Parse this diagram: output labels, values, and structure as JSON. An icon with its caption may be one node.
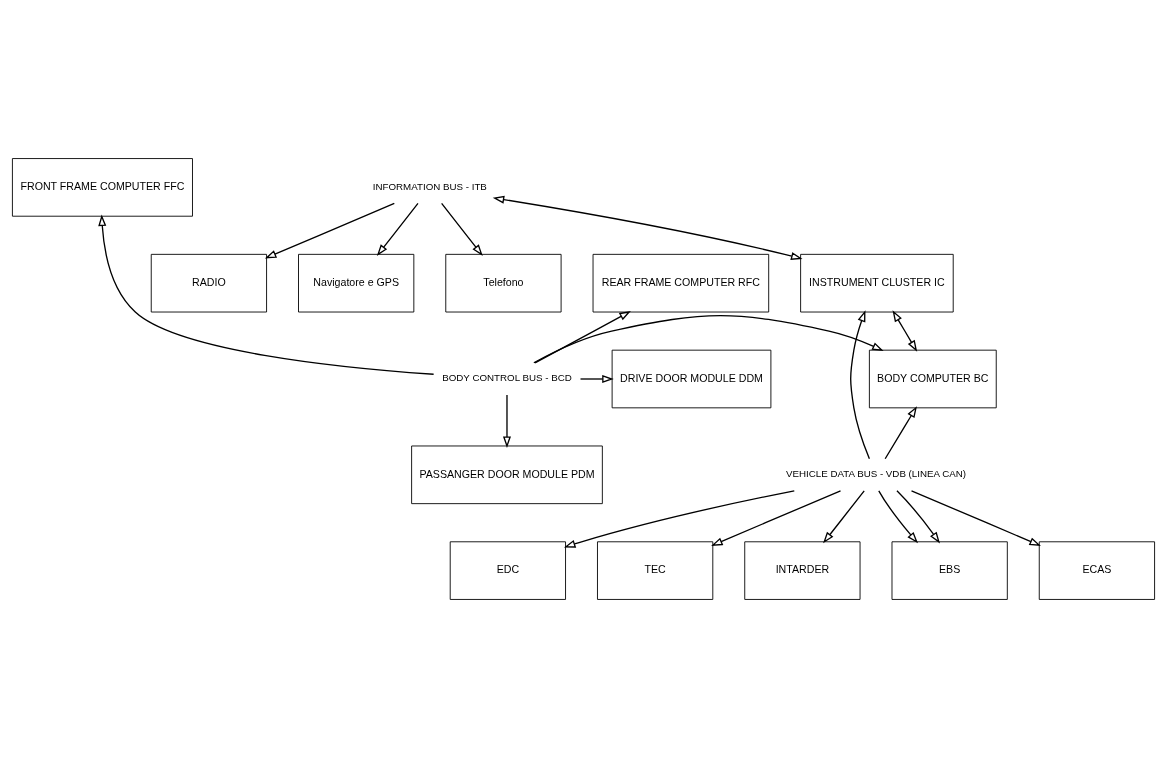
{
  "diagram": {
    "nodes": [
      {
        "text": [
          "Navigatore e GPS"
        ]
      },
      {
        "text": [
          "Telefono"
        ]
      },
      {
        "text": [
          "RADIO"
        ]
      },
      {
        "text": [
          "FRONT FRAME COMPUTER FFC"
        ]
      },
      {
        "text": [
          "INFORMATION BUS - ITB"
        ]
      },
      {
        "text": [
          "REAR FRAME COMPUTER RFC"
        ]
      },
      {
        "text": [
          "INSTRUMENT CLUSTER IC"
        ]
      },
      {
        "text": [
          "BODY CONTROL BUS - BCD"
        ]
      },
      {
        "text": [
          "DRIVE DOOR MODULE DDM"
        ]
      },
      {
        "text": [
          "BODY COMPUTER BC"
        ]
      },
      {
        "text": [
          "PASSANGER DOOR MODULE PDM"
        ]
      },
      {
        "text": [
          "VEHICLE DATA BUS - VDB (LINEA CAN)"
        ]
      },
      {
        "text": [
          "EDC"
        ]
      },
      {
        "text": [
          "TEC"
        ]
      },
      {
        "text": [
          "INTARDER"
        ]
      },
      {
        "text": [
          "EBS"
        ]
      },
      {
        "text": [
          "ECAS"
        ]
      }
    ],
    "edges": [
      {
        "from": 4,
        "to": 0,
        "arrow": "to"
      },
      {
        "from": 4,
        "to": 1,
        "arrow": "to"
      },
      {
        "from": 4,
        "to": 2,
        "arrow": "to"
      },
      {
        "from": 4,
        "to": 6,
        "arrow": "both"
      },
      {
        "from": 6,
        "to": 9,
        "arrow": "both"
      },
      {
        "from": 7,
        "to": 9,
        "arrow": "to"
      },
      {
        "from": 7,
        "to": 3,
        "arrow": "to"
      },
      {
        "from": 7,
        "to": 5,
        "arrow": "to"
      },
      {
        "from": 7,
        "to": 8,
        "arrow": "to"
      },
      {
        "from": 7,
        "to": 10,
        "arrow": "to"
      },
      {
        "from": 11,
        "to": 6,
        "arrow": "to"
      },
      {
        "from": 11,
        "to": 9,
        "arrow": "to"
      },
      {
        "from": 11,
        "to": 12,
        "arrow": "to"
      },
      {
        "from": 11,
        "to": 13,
        "arrow": "to"
      },
      {
        "from": 11,
        "to": 14,
        "arrow": "to"
      },
      {
        "from": 11,
        "to": 15,
        "arrow": "to"
      },
      {
        "from": 11,
        "to": 15,
        "arrow": "to"
      },
      {
        "from": 11,
        "to": 16,
        "arrow": "to"
      }
    ]
  }
}
